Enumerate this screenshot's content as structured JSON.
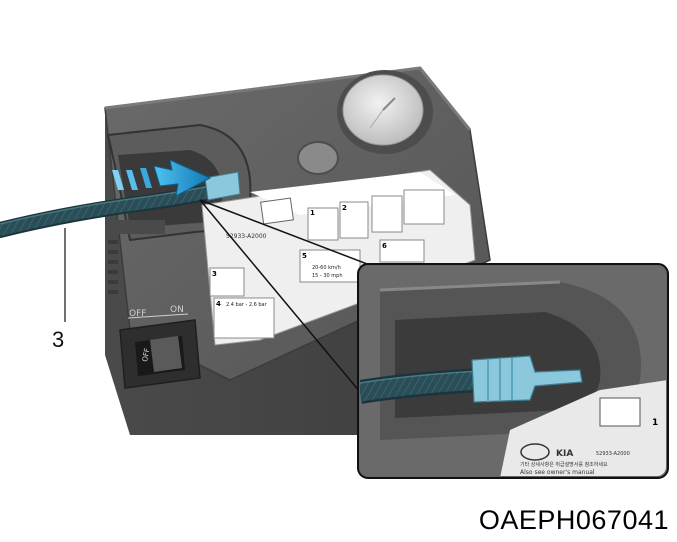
{
  "figure": {
    "code": "OAEPH067041",
    "callout_number": "3"
  },
  "switch": {
    "off_label": "OFF",
    "on_label": "ON",
    "rocker_label": "OFF"
  },
  "label_sheet": {
    "step1": "1",
    "step2": "2",
    "step3": "3",
    "step4": "4",
    "step5": "5",
    "step6": "6",
    "speed_line1": "20-60 km/h",
    "speed_line2": "15 - 30 mph",
    "pressure": "2.4 bar - 2.6 bar",
    "part_no": "52933-A2000"
  },
  "detail_label": {
    "brand": "KIA",
    "part_no": "52933-A2000",
    "korean_line": "기타 상세사항은 취급설명서를 참조하세요",
    "line1": "Also see owner's manual",
    "step_num": "1"
  },
  "colors": {
    "body": "#5a5a5a",
    "hose": "#274851",
    "arrow": "#1b9ad6",
    "connector": "#8cc8dc"
  }
}
